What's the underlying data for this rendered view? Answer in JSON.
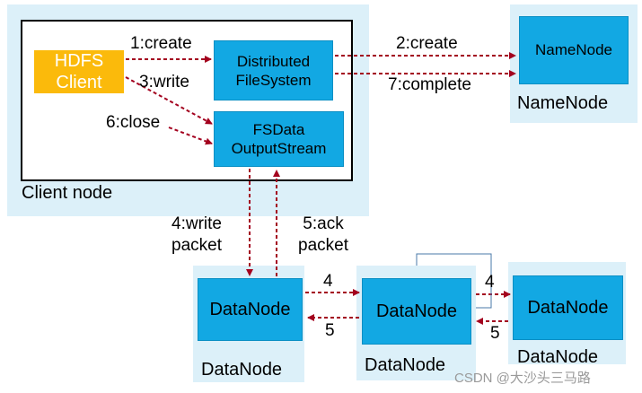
{
  "client_panel": {
    "label": "Client node"
  },
  "hdfs_client": {
    "label": "HDFS\nClient"
  },
  "dfs": {
    "label": "Distributed\nFileSystem"
  },
  "fsdos": {
    "label": "FSData\nOutputStream"
  },
  "namenode": {
    "box": "NameNode",
    "caption": "NameNode"
  },
  "datanodes": [
    {
      "box": "DataNode",
      "caption": "DataNode"
    },
    {
      "box": "DataNode",
      "caption": "DataNode"
    },
    {
      "box": "DataNode",
      "caption": "DataNode"
    }
  ],
  "edges": {
    "create1": "1:create",
    "write3": "3:write",
    "close6": "6:close",
    "create2": "2:create",
    "complete7": "7:complete",
    "write_packet": "4:write\npacket",
    "ack_packet": "5:ack\npacket",
    "fwd1": "4",
    "back1": "5",
    "fwd2": "4",
    "back2": "5"
  },
  "watermark": "CSDN @大沙头三马路",
  "colors": {
    "arrow": "#a3001e",
    "node": "#12a8e3",
    "client": "#fbba0b",
    "panel": "#dcf0f9"
  }
}
